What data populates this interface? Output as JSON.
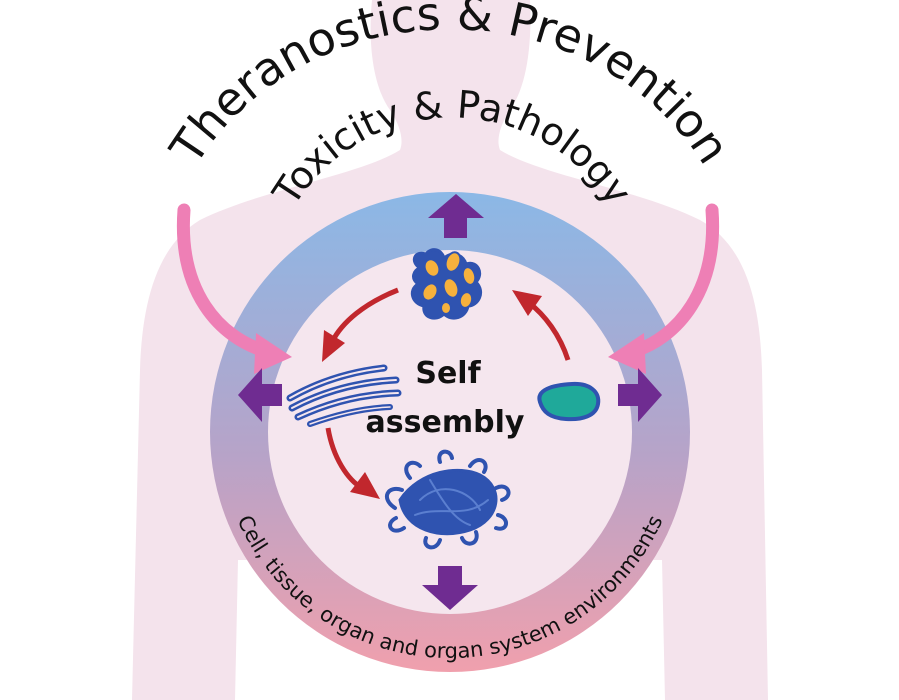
{
  "diagram": {
    "outer_label": "Theranostics & Prevention",
    "ring_top_label": "Toxicity & Pathology",
    "ring_bottom_label": "Cell, tissue, organ and organ system environments",
    "center_label_line1": "Self",
    "center_label_line2": "assembly"
  },
  "colors": {
    "body_silhouette": "#f4e3ec",
    "inner_disc": "#f5e6ee",
    "ring_top": "#8bb8e6",
    "ring_bottom": "#f0a0ad",
    "pink_arrow": "#ee7fb5",
    "purple_arrow": "#6f2c91",
    "red_arrow": "#c1272d",
    "structure_blue": "#2f53b0",
    "aggregate_fill": "#f6b13d",
    "monomer_fill": "#1fa99a"
  },
  "icons": {
    "aggregate": "amyloid-aggregate-icon",
    "fibrils": "fibril-bundle-icon",
    "monomer": "monomer-icon",
    "network": "fibril-network-icon"
  }
}
